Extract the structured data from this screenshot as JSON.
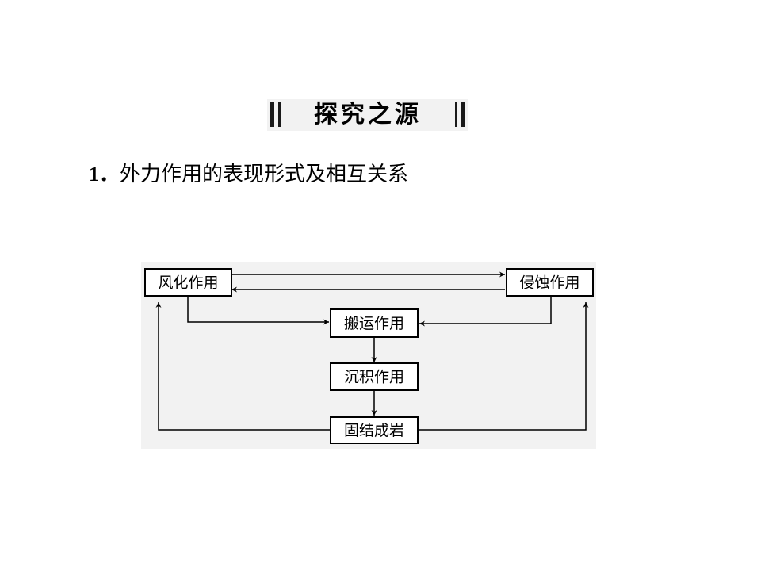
{
  "section_title": "探究之源",
  "heading": {
    "number": "1．",
    "text": "外力作用的表现形式及相互关系"
  },
  "diagram": {
    "nodes": {
      "weathering": "风化作用",
      "erosion": "侵蚀作用",
      "transport": "搬运作用",
      "deposition": "沉积作用",
      "lithification": "固结成岩"
    },
    "edges": [
      {
        "from": "weathering",
        "to": "erosion"
      },
      {
        "from": "erosion",
        "to": "weathering"
      },
      {
        "from": "weathering",
        "to": "transport"
      },
      {
        "from": "erosion",
        "to": "transport"
      },
      {
        "from": "transport",
        "to": "deposition"
      },
      {
        "from": "deposition",
        "to": "lithification"
      },
      {
        "from": "lithification",
        "to": "weathering"
      },
      {
        "from": "lithification",
        "to": "erosion"
      }
    ]
  }
}
